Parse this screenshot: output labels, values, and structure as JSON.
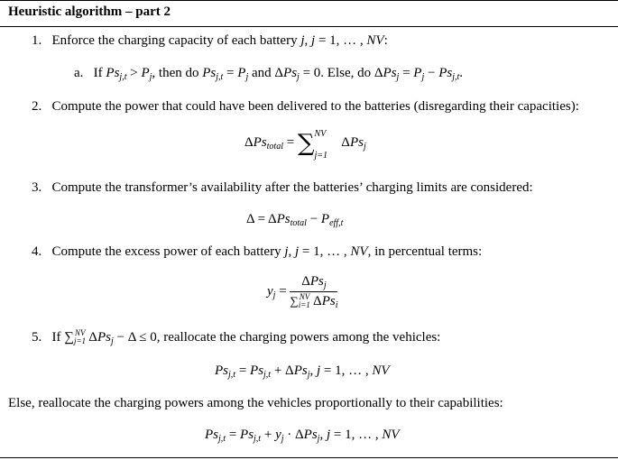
{
  "title": "Heuristic algorithm – part 2",
  "steps": [
    {
      "num": "1.",
      "text": "Enforce the charging capacity of each battery "
    },
    {
      "num": "2.",
      "text": "Compute the power that could have been delivered to the batteries (disregarding their capacities):"
    },
    {
      "num": "3.",
      "text": "Compute the transformer’s availability after the batteries’ charging limits are considered:"
    },
    {
      "num": "4.",
      "text": "Compute the excess power of each battery "
    },
    {
      "num": "5.",
      "text": "If "
    }
  ],
  "substep": {
    "num": "a.",
    "if": "If ",
    "then": ", then do ",
    "and": " and ",
    "else": ". Else, do "
  },
  "step4_tail": ", in percentual terms:",
  "step5_tail": ", reallocate the charging powers among the vehicles:",
  "else_text": "Else, reallocate the charging powers among the vehicles proportionally to their capabilities:"
}
